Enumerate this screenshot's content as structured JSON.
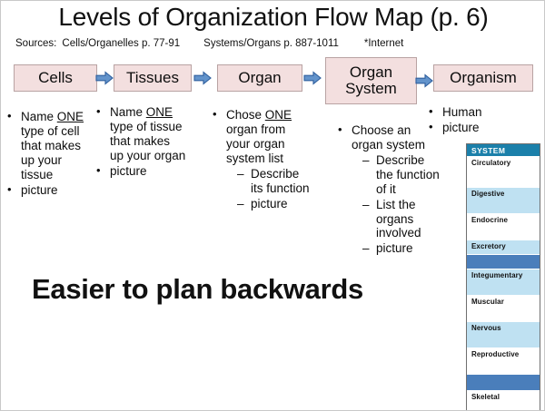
{
  "slide": {
    "title": "Levels of Organization Flow Map (p. 6)",
    "note": "Easier to plan backwards"
  },
  "sources": {
    "label": "Sources:",
    "items": [
      "Cells/Organelles p. 77-91",
      "Systems/Organs p. 887-1011",
      "*Internet"
    ]
  },
  "flow": {
    "boxes": [
      {
        "label": "Cells"
      },
      {
        "label": "Tissues"
      },
      {
        "label": "Organ"
      },
      {
        "label": "Organ System"
      },
      {
        "label": "Organism"
      }
    ],
    "arrow_count": 4,
    "arrow_color": "#5b8fc9",
    "arrow_outline": "#2f5f9e",
    "box_fill": "#f3dfdf",
    "box_border": "#b9a3a3"
  },
  "columns": {
    "cells": {
      "b1_pre": "Name ",
      "b1_em": "ONE",
      "b1_post": " type of cell that makes up your tissue",
      "b2": "picture"
    },
    "tissues": {
      "b1_pre": "Name ",
      "b1_em": "ONE",
      "b1_post": " type of  tissue that makes up your organ",
      "b2": "picture"
    },
    "organ": {
      "b1_pre": "Chose ",
      "b1_em": "ONE",
      "b1_post": " organ from your organ system list",
      "sub1": "Describe its function",
      "sub2": "picture"
    },
    "organ_system": {
      "b1": "Choose an organ system",
      "sub1": "Describe the function of it",
      "sub2": "List the organs involved",
      "sub3": "picture"
    },
    "organism": {
      "b1": "Human",
      "b2": "picture"
    }
  },
  "system_table": {
    "header": "SYSTEM",
    "header_color": "#1b80aa",
    "band_color": "#4a7ebb",
    "alt_color": "#bfe1f2",
    "rows": [
      {
        "label": "Circulatory",
        "style": "white",
        "height": 34
      },
      {
        "label": "Digestive",
        "style": "lblue",
        "height": 29
      },
      {
        "label": "Endocrine",
        "style": "white",
        "height": 29
      },
      {
        "label": "Excretory",
        "style": "lblue",
        "height": 16
      },
      {
        "label": "",
        "style": "band",
        "height": 16
      },
      {
        "label": "Integumentary",
        "style": "lblue",
        "height": 29
      },
      {
        "label": "Muscular",
        "style": "white",
        "height": 29
      },
      {
        "label": "Nervous",
        "style": "lblue",
        "height": 29
      },
      {
        "label": "Reproductive",
        "style": "white",
        "height": 29
      },
      {
        "label": "",
        "style": "band",
        "height": 18
      },
      {
        "label": "Skeletal",
        "style": "white",
        "height": 32
      }
    ]
  }
}
